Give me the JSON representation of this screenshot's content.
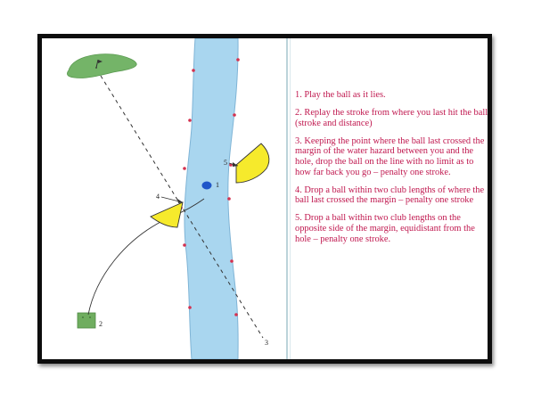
{
  "diagram": {
    "labels": {
      "pt1": "1",
      "pt2": "2",
      "pt3": "3",
      "pt4": "4",
      "pt5": "5"
    },
    "colors": {
      "water": "#a9d6ef",
      "water_edge": "#7fb4d6",
      "green": "#74b468",
      "drop_zone": "#f6ea2c",
      "tee_box": "#6fad5f",
      "stake": "#d4314f",
      "ball": "#1f56c9",
      "line": "#333333",
      "text": "#c0184f"
    }
  },
  "rules": [
    "1. Play the ball as it lies.",
    "2. Replay the stroke from where you last hit the ball (stroke and distance)",
    "3. Keeping the point where the ball last crossed the margin of the water hazard between you and the hole, drop the ball on the line with no limit as to how far back you go – penalty one stroke.",
    "4. Drop a ball within two club lengths of where the ball last crossed the margin – penalty one stroke",
    "5. Drop a ball within two club lengths on the opposite side of the margin, equidistant from the hole – penalty one stroke."
  ]
}
